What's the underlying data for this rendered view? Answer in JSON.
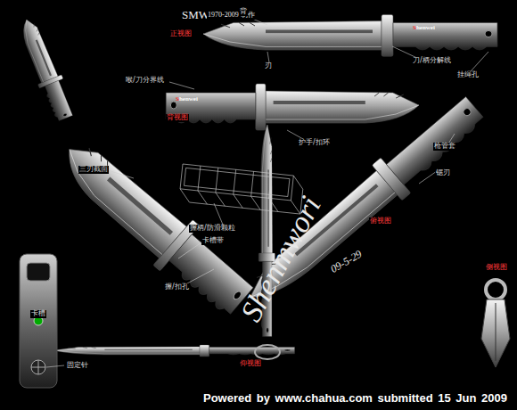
{
  "diagram": {
    "title": "SMW",
    "caption": "Powered by www.chahua.com submitted 15 Jun 2009",
    "labels": [
      "1970-2009 制作",
      "背",
      "正视图",
      "刃",
      "刀/柄分解线",
      "挂绳孔",
      "Shenwei",
      "喉/刀分界线",
      "Shenwei",
      "背视图",
      "护手/扣环",
      "三刃截面",
      "枪管套",
      "锯刃",
      "握柄/防滑颗粒",
      "卡槽带",
      "俯视图",
      "握/扣孔",
      "Shenmwori",
      "09-5-29",
      "仰视图",
      "卡槽",
      "固定针",
      "侧视图"
    ]
  }
}
